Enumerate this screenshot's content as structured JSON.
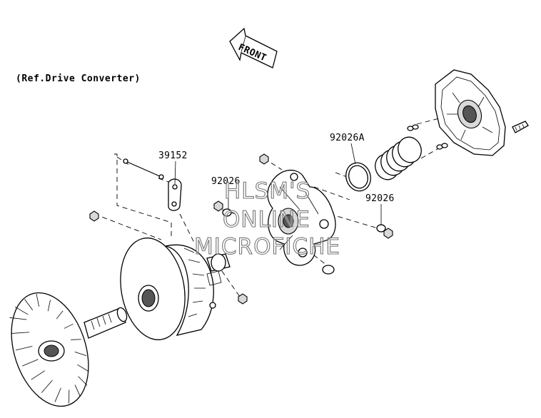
{
  "ref_note": "(Ref.Drive Converter)",
  "front_arrow_text": "FRONT",
  "callouts": [
    {
      "id": "callout-39152",
      "text": "39152"
    },
    {
      "id": "callout-92026-left",
      "text": "92026"
    },
    {
      "id": "callout-92026a",
      "text": "92026A"
    },
    {
      "id": "callout-92026-right",
      "text": "92026"
    }
  ],
  "watermark": [
    "HLSM'S",
    "ONLINE",
    "MICROFICHE"
  ]
}
